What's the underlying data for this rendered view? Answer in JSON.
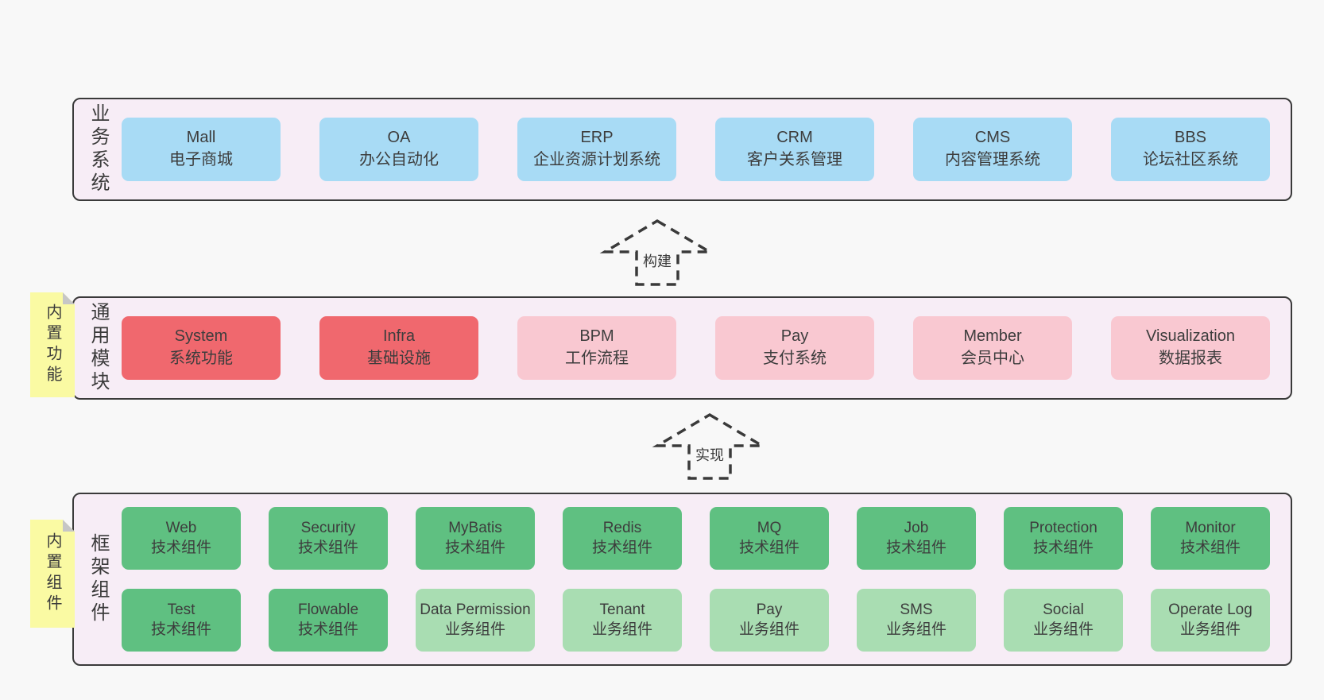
{
  "arrows": [
    {
      "label": "构建"
    },
    {
      "label": "实现"
    }
  ],
  "stickies": [
    {
      "label": "内置功能"
    },
    {
      "label": "内置组件"
    }
  ],
  "bands": [
    {
      "label": "业务系统",
      "boxes": [
        {
          "en": "Mall",
          "zh": "电子商城"
        },
        {
          "en": "OA",
          "zh": "办公自动化"
        },
        {
          "en": "ERP",
          "zh": "企业资源计划系统"
        },
        {
          "en": "CRM",
          "zh": "客户关系管理"
        },
        {
          "en": "CMS",
          "zh": "内容管理系统"
        },
        {
          "en": "BBS",
          "zh": "论坛社区系统"
        }
      ]
    },
    {
      "label": "通用模块",
      "boxes": [
        {
          "en": "System",
          "zh": "系统功能"
        },
        {
          "en": "Infra",
          "zh": "基础设施"
        },
        {
          "en": "BPM",
          "zh": "工作流程"
        },
        {
          "en": "Pay",
          "zh": "支付系统"
        },
        {
          "en": "Member",
          "zh": "会员中心"
        },
        {
          "en": "Visualization",
          "zh": "数据报表"
        }
      ]
    },
    {
      "label": "框架组件",
      "rows": [
        [
          {
            "en": "Web",
            "zh": "技术组件"
          },
          {
            "en": "Security",
            "zh": "技术组件"
          },
          {
            "en": "MyBatis",
            "zh": "技术组件"
          },
          {
            "en": "Redis",
            "zh": "技术组件"
          },
          {
            "en": "MQ",
            "zh": "技术组件"
          },
          {
            "en": "Job",
            "zh": "技术组件"
          },
          {
            "en": "Protection",
            "zh": "技术组件"
          },
          {
            "en": "Monitor",
            "zh": "技术组件"
          }
        ],
        [
          {
            "en": "Test",
            "zh": "技术组件"
          },
          {
            "en": "Flowable",
            "zh": "技术组件"
          },
          {
            "en": "Data Permission",
            "zh": "业务组件"
          },
          {
            "en": "Tenant",
            "zh": "业务组件"
          },
          {
            "en": "Pay",
            "zh": "业务组件"
          },
          {
            "en": "SMS",
            "zh": "业务组件"
          },
          {
            "en": "Social",
            "zh": "业务组件"
          },
          {
            "en": "Operate Log",
            "zh": "业务组件"
          }
        ]
      ]
    }
  ],
  "colors": {
    "page_bg": "#f8f8f8",
    "band_bg": "#f7edf6",
    "band_border": "#3a3a3a",
    "box_blue": "#a8dbf5",
    "box_red": "#f0686e",
    "box_pink": "#f9c8d1",
    "box_green_dark": "#5fc081",
    "box_green_light": "#a9ddb2",
    "sticky_yellow": "#fafaa3",
    "sticky_fold": "#c6c6c6",
    "text": "#3d3d3d"
  }
}
